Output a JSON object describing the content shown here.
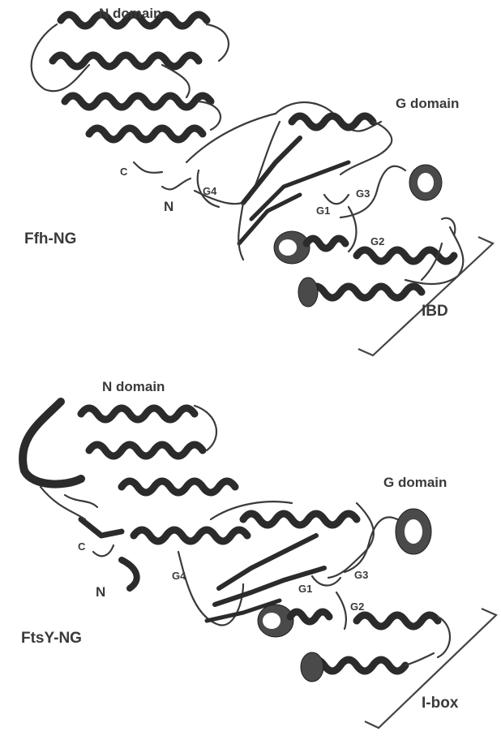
{
  "panels": [
    {
      "name": "Ffh-NG",
      "labels": {
        "n_domain": "N domain",
        "g_domain": "G domain",
        "c_term": "C",
        "n_term": "N",
        "g1": "G1",
        "g2": "G2",
        "g3": "G3",
        "g4": "G4",
        "bracket": "IBD",
        "protein": "Ffh-NG"
      }
    },
    {
      "name": "FtsY-NG",
      "labels": {
        "n_domain": "N domain",
        "g_domain": "G domain",
        "c_term": "C",
        "n_term": "N",
        "g1": "G1",
        "g2": "G2",
        "g3": "G3",
        "g4": "G4",
        "bracket": "I-box",
        "protein": "FtsY-NG"
      }
    }
  ]
}
